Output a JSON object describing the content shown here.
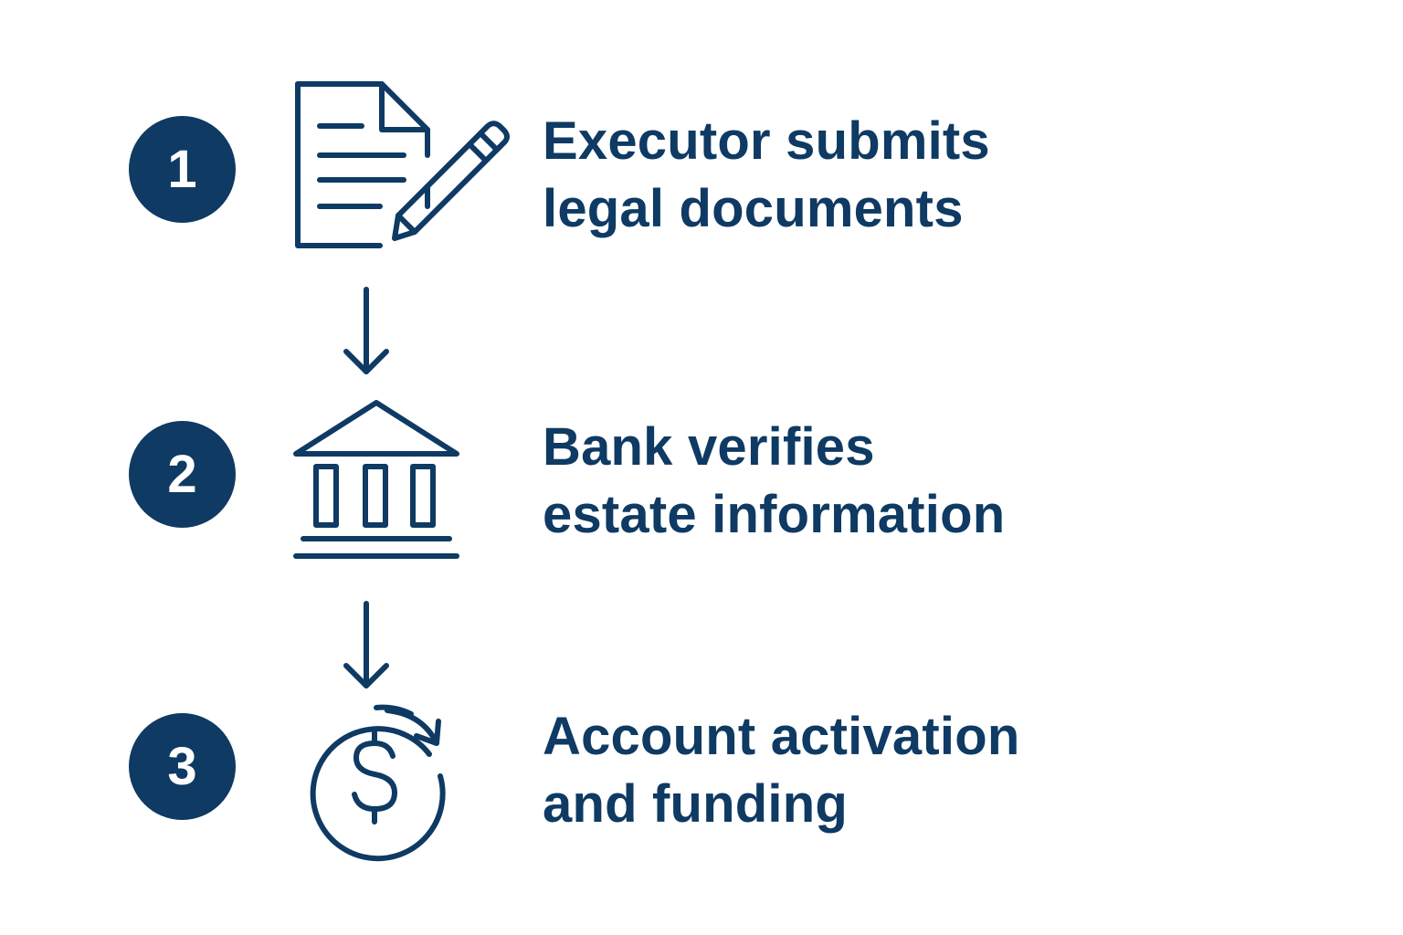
{
  "colors": {
    "primary": "#0e3a63",
    "background": "#ffffff",
    "badge_text": "#ffffff"
  },
  "steps": [
    {
      "number": "1",
      "icon": "document-with-pencil-icon",
      "line1": "Executor submits",
      "line2": "legal documents"
    },
    {
      "number": "2",
      "icon": "bank-building-icon",
      "line1": "Bank verifies",
      "line2": "estate information"
    },
    {
      "number": "3",
      "icon": "circular-dollar-icon",
      "line1": "Account activation",
      "line2": "and funding"
    }
  ],
  "connectors": [
    {
      "from": "1",
      "to": "2",
      "icon": "arrow-down-icon"
    },
    {
      "from": "2",
      "to": "3",
      "icon": "arrow-down-icon"
    }
  ]
}
